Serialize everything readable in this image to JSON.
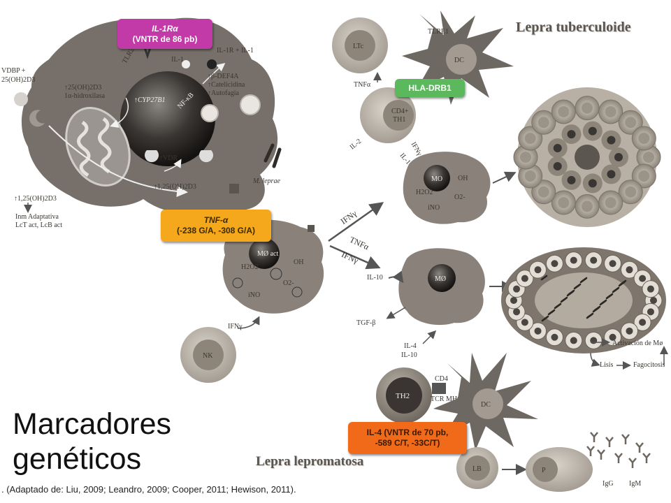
{
  "slide": {
    "title_line1": "Marcadores",
    "title_line2": "genéticos",
    "source_note": ". (Adaptado de: Liu, 2009; Leandro, 2009; Cooper, 2011; Hewison, 2011)."
  },
  "headings": {
    "tuberculoid": "Lepra tuberculoide",
    "lepromatous": "Lepra lepromatosa"
  },
  "badges": {
    "il1ra": {
      "line1": "IL-1Rα",
      "line2": "(VNTR de 86 pb)",
      "color": "#c23aa8"
    },
    "hla": {
      "line1": "HLA-DRB1",
      "color": "#5cb85c"
    },
    "tnf": {
      "line1": "TNF-α",
      "line2": "(-238 G/A, -308 G/A)",
      "color": "#f5a81c"
    },
    "il4": {
      "line1": "IL-4  (VNTR de 70 pb,",
      "line2": "-589 C/T, -33C/T)",
      "color": "#f06a1a"
    }
  },
  "macrophage_labels": {
    "vdbp": "VDBP +",
    "oh25d3": "25(OH)2D3",
    "tlr21": "TLR2/1",
    "il1": "IL-1",
    "il1r": "IL-1R + IL-1",
    "hydroxylase1": "↑25(OH)2D3",
    "hydroxylase2": "1α-hidroxilasa",
    "cyp": "↑CYP27B1",
    "nfkb": "NF-κB",
    "bdef": "↑β-DEF4A",
    "cathelicidin": "↑Catelicidina",
    "autophagy": "↑Autofagia",
    "vdr": "↑VDR",
    "d3": "↑1,25(OH)2D3",
    "d3b": "↑1,25(OH)2D3",
    "imm1": "Inm Adaptativa",
    "imm2": "LcT act, LcB act",
    "mleprae": "M. leprae"
  },
  "cell_labels": {
    "ltc": "LTc",
    "dc_top": "DC",
    "tlre": "TLRE1",
    "tnfa_top": "TNFα",
    "cd4th1": "CD4+",
    "th1": "TH1",
    "il2": "IL-2",
    "ifng_top": "IFNγ",
    "il1_mid": "IL-1",
    "mo_top": "MO",
    "oh_top": "OH",
    "h2o2_top": "H2O2",
    "ino_top": "iNO",
    "o2_top": "O2-",
    "mo_act": "MØ act",
    "oh_act": "OH",
    "h2o2_act": "H2O2",
    "o2_act": "O2-",
    "ino_act": "iNO",
    "ifng_nk": "IFNγ",
    "nk": "NK",
    "ifng_arrow": "IFNγ",
    "tnfa_arrow": "TNFα",
    "ifng_arrow2": "IFNγ",
    "il10_mid": "IL-10",
    "mo_bottom": "MØ",
    "tgfb": "TGF-β",
    "il4_b": "IL-4",
    "il10_b": "IL-10",
    "activation": "Activación de Mø",
    "lysis": "Lisis",
    "phago": "Fagocitosis",
    "th2": "TH2",
    "cd4_b": "CD4",
    "tcr": "TCR MHCII",
    "dc_bottom": "DC",
    "lb": "LB",
    "p": "P",
    "igg": "IgG",
    "igm": "IgM"
  }
}
